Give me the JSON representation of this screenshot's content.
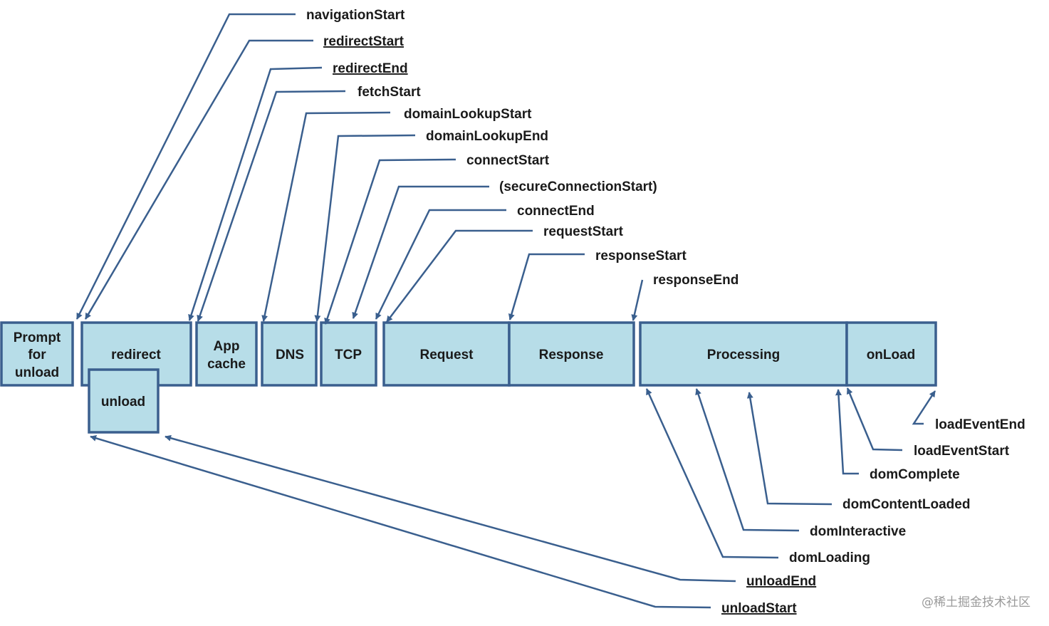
{
  "phases": {
    "prompt_for_unload": [
      "Prompt",
      "for",
      "unload"
    ],
    "redirect": "redirect",
    "unload": "unload",
    "app_cache": [
      "App",
      "cache"
    ],
    "dns": "DNS",
    "tcp": "TCP",
    "request": "Request",
    "response": "Response",
    "processing": "Processing",
    "onload": "onLoad"
  },
  "events": {
    "navigation_start": "navigationStart",
    "redirect_start": "redirectStart",
    "redirect_end": "redirectEnd",
    "fetch_start": "fetchStart",
    "domain_lookup_start": "domainLookupStart",
    "domain_lookup_end": "domainLookupEnd",
    "connect_start": "connectStart",
    "secure_connection_start": "(secureConnectionStart)",
    "connect_end": "connectEnd",
    "request_start": "requestStart",
    "response_start": "responseStart",
    "response_end": "responseEnd",
    "load_event_end": "loadEventEnd",
    "load_event_start": "loadEventStart",
    "dom_complete": "domComplete",
    "dom_content_loaded": "domContentLoaded",
    "dom_interactive": "domInteractive",
    "dom_loading": "domLoading",
    "unload_end": "unloadEnd",
    "unload_start": "unloadStart"
  },
  "colors": {
    "box_fill": "#b7dde8",
    "box_stroke": "#3a5f8e",
    "line": "#3a5f8e",
    "text": "#1a1a1a"
  },
  "watermark": "@稀土掘金技术社区"
}
